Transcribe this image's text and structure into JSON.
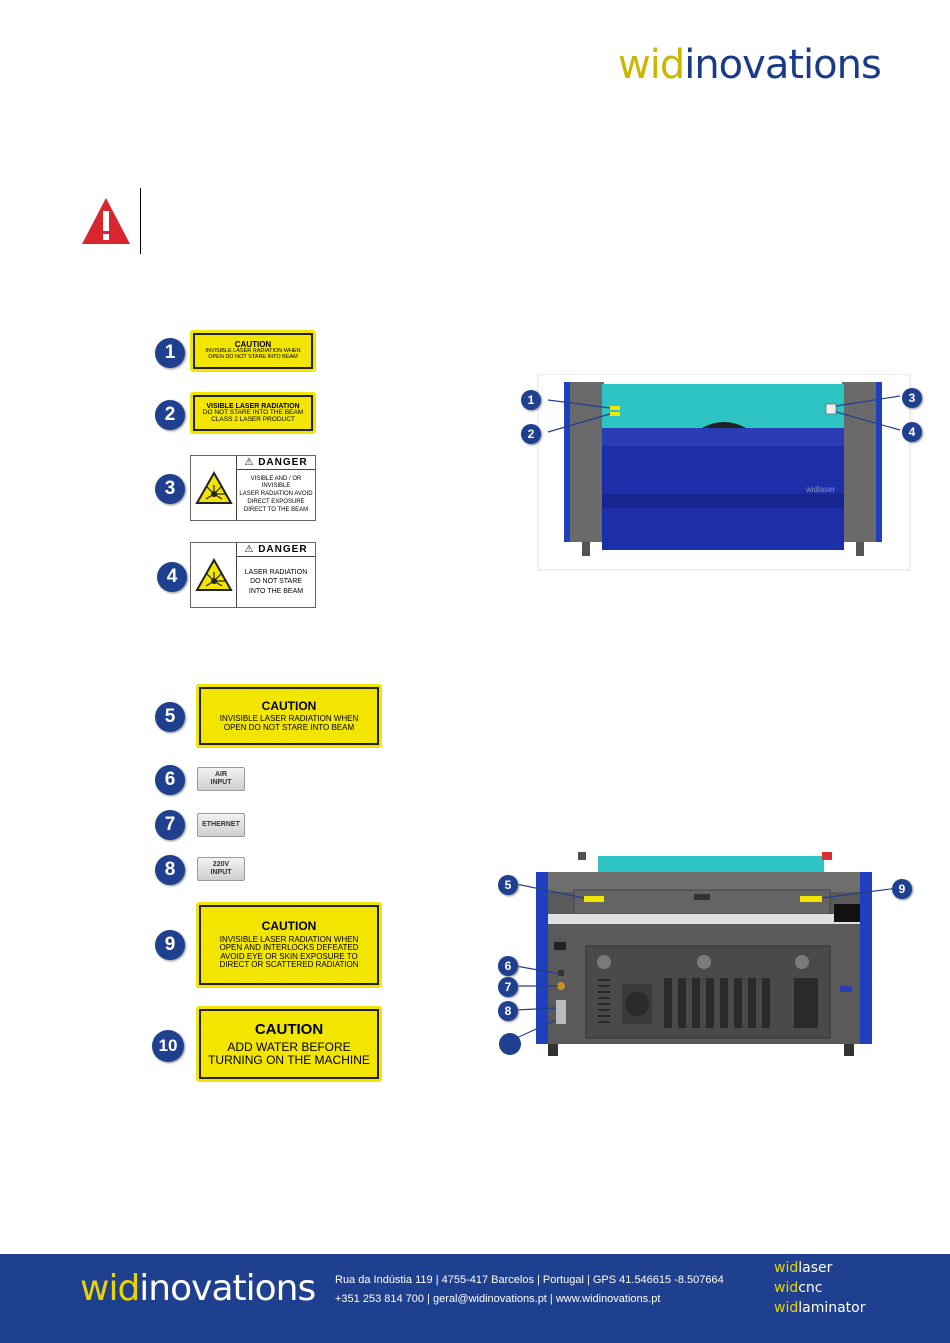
{
  "header": {
    "brand_wid": "wid",
    "brand_rest": "inovations"
  },
  "warning_icon": "warning-triangle-icon",
  "labels": {
    "l1": {
      "num": "1",
      "title": "CAUTION",
      "lines": [
        "INVISIBLE LASER RADIATION WHEN",
        "OPEN DO NOT STARE INTO BEAM"
      ]
    },
    "l2": {
      "num": "2",
      "title": "VISIBLE LASER RADIATION",
      "lines": [
        "DO NOT STARE INTO THE BEAM",
        "CLASS 2 LASER PRODUCT"
      ]
    },
    "l3": {
      "num": "3",
      "title": "DANGER",
      "lines": [
        "VISIBLE AND / OR INVISIBLE",
        "LASER RADIATION AVOID",
        "DIRECT EXPOSURE",
        "DIRECT TO THE BEAM"
      ]
    },
    "l4": {
      "num": "4",
      "title": "DANGER",
      "lines": [
        "LASER RADIATION",
        "DO NOT STARE",
        "INTO THE BEAM"
      ]
    },
    "l5": {
      "num": "5",
      "title": "CAUTION",
      "lines": [
        "INVISIBLE LASER RADIATION WHEN",
        "OPEN DO NOT STARE INTO BEAM"
      ]
    },
    "l6": {
      "num": "6",
      "lines": [
        "AIR",
        "INPUT"
      ]
    },
    "l7": {
      "num": "7",
      "lines": [
        "ETHERNET"
      ]
    },
    "l8": {
      "num": "8",
      "lines": [
        "220V",
        "INPUT"
      ]
    },
    "l9": {
      "num": "9",
      "title": "CAUTION",
      "lines": [
        "INVISIBLE LASER RADIATION WHEN",
        "OPEN AND INTERLOCKS DEFEATED",
        "AVOID EYE OR SKIN EXPOSURE TO",
        "DIRECT OR SCATTERED RADIATION"
      ]
    },
    "l10": {
      "num": "10",
      "title": "CAUTION",
      "lines": [
        "ADD WATER BEFORE",
        "TURNING ON THE MACHINE"
      ]
    }
  },
  "front_machine": {
    "brand": "widlaser",
    "callouts": [
      "1",
      "2",
      "3",
      "4"
    ]
  },
  "back_machine": {
    "callouts": [
      "5",
      "9",
      "6",
      "7",
      "8"
    ]
  },
  "colors": {
    "brand_blue": "#1f3f8f",
    "brand_yellow": "#c9b800",
    "label_yellow": "#f2e600",
    "machine_blue": "#1c2fa8",
    "machine_teal": "#2ec4c4",
    "machine_grey": "#5a5a5a"
  },
  "footer": {
    "brand_wid": "wid",
    "brand_rest": "inovations",
    "address": "Rua da Indústia 119 | 4755-417 Barcelos | Portugal | GPS 41.546615 -8.507664",
    "contact": "+351 253 814 700 | geral@widinovations.pt | www.widinovations.pt",
    "products": [
      {
        "wid": "wid",
        "rest": "laser"
      },
      {
        "wid": "wid",
        "rest": "cnc"
      },
      {
        "wid": "wid",
        "rest": "laminator"
      }
    ]
  }
}
